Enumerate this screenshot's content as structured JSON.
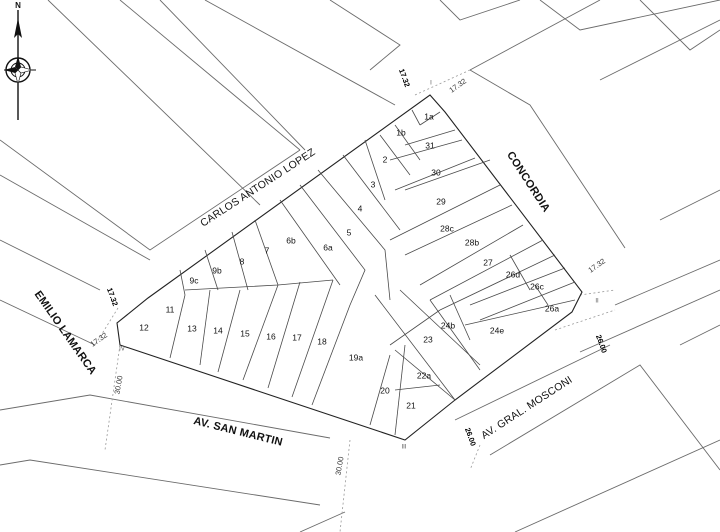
{
  "compass": {
    "north_label": "N"
  },
  "streets": {
    "carlos": "CARLOS ANTONIO LOPEZ",
    "concordia": "CONCORDIA",
    "emilio": "EMILIO LAMARCA",
    "san_martin": "AV. SAN MARTIN",
    "mosconi": "AV. GRAL. MOSCONI"
  },
  "dimensions": {
    "d_top_left": "17.32",
    "d_top_right": "17.32",
    "d_right": "17.32",
    "d_left_a": "17.32",
    "d_left_b": "17.32",
    "d_mosconi_a": "26.00",
    "d_mosconi_b": "26.00",
    "d_sanmartin_a": "30.00",
    "d_sanmartin_b": "30.00"
  },
  "markers": {
    "m_top": "I",
    "m_right": "II",
    "m_bottom": "III",
    "m_left": "IV"
  },
  "lots": {
    "l1a": "1a",
    "l1b": "1b",
    "l2": "2",
    "l3": "3",
    "l4": "4",
    "l5": "5",
    "l6a": "6a",
    "l6b": "6b",
    "l7": "7",
    "l8": "8",
    "l9b": "9b",
    "l9c": "9c",
    "l11": "11",
    "l12": "12",
    "l13": "13",
    "l14": "14",
    "l15": "15",
    "l16": "16",
    "l17": "17",
    "l18": "18",
    "l19a": "19a",
    "l20": "20",
    "l21": "21",
    "l22a": "22a",
    "l23": "23",
    "l24b": "24b",
    "l24e": "24e",
    "l26a": "26a",
    "l26c": "26c",
    "l26d": "26d",
    "l27": "27",
    "l28b": "28b",
    "l28c": "28c",
    "l29": "29",
    "l30": "30",
    "l31": "31"
  }
}
